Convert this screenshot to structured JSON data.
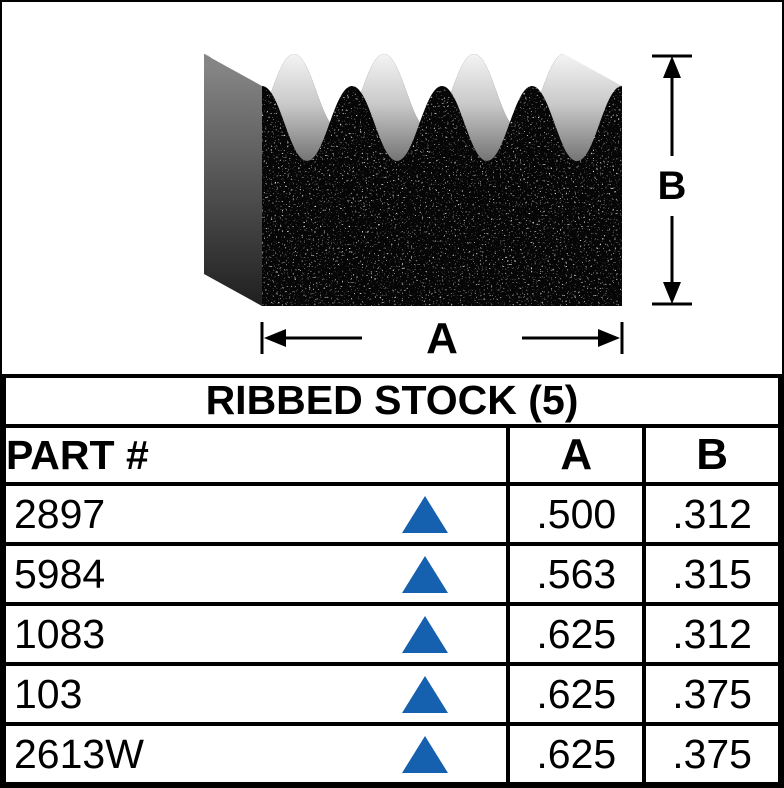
{
  "diagram": {
    "label_a": "A",
    "label_b": "B"
  },
  "table": {
    "title": "RIBBED STOCK (5)",
    "columns": {
      "part": "PART #",
      "a": "A",
      "b": "B"
    },
    "triangle_color": "#1560af",
    "rows": [
      {
        "part": "2897",
        "a": ".500",
        "b": ".312"
      },
      {
        "part": "5984",
        "a": ".563",
        "b": ".315"
      },
      {
        "part": "1083",
        "a": ".625",
        "b": ".312"
      },
      {
        "part": "103",
        "a": ".625",
        "b": ".375"
      },
      {
        "part": "2613W",
        "a": ".625",
        "b": ".375"
      }
    ]
  }
}
